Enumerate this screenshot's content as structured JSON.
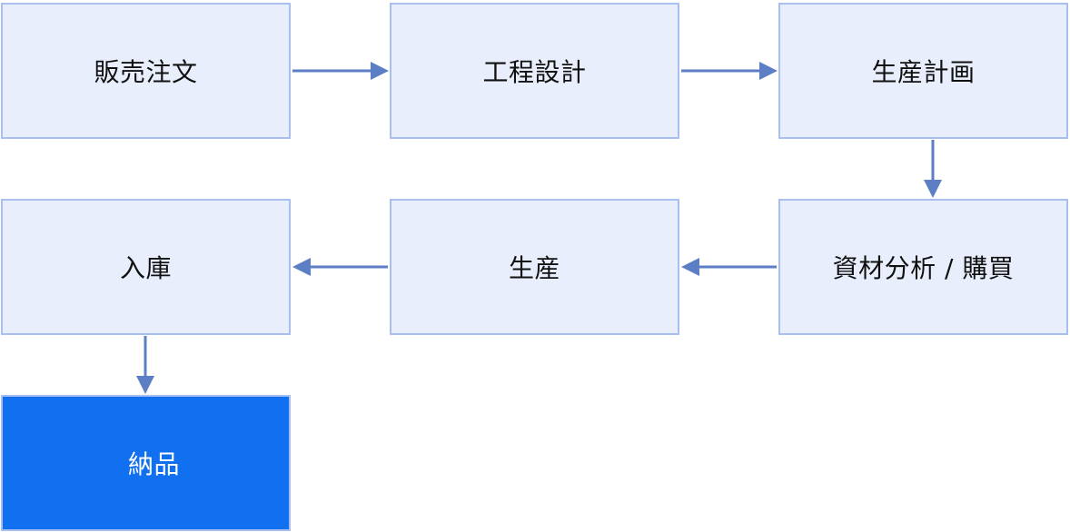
{
  "flow": {
    "nodes": [
      {
        "id": "n1",
        "label": "販売注文"
      },
      {
        "id": "n2",
        "label": "工程設計"
      },
      {
        "id": "n3",
        "label": "生産計画"
      },
      {
        "id": "n4",
        "label": "資材分析 / 購買"
      },
      {
        "id": "n5",
        "label": "生産"
      },
      {
        "id": "n6",
        "label": "入庫"
      },
      {
        "id": "n7",
        "label": "納品"
      }
    ],
    "edges": [
      {
        "from": "n1",
        "to": "n2"
      },
      {
        "from": "n2",
        "to": "n3"
      },
      {
        "from": "n3",
        "to": "n4"
      },
      {
        "from": "n4",
        "to": "n5"
      },
      {
        "from": "n5",
        "to": "n6"
      },
      {
        "from": "n6",
        "to": "n7"
      }
    ],
    "colors": {
      "node_fill": "#e9eefc",
      "node_border": "#a9bff0",
      "final_fill": "#1170f0",
      "arrow": "#5b7ec4"
    }
  }
}
